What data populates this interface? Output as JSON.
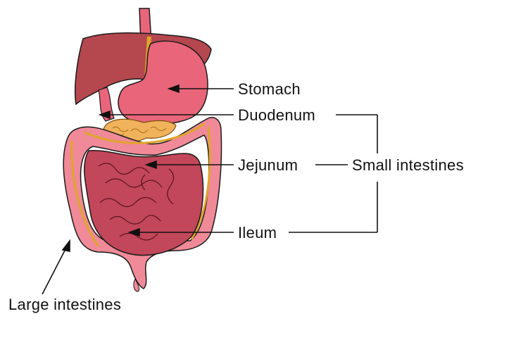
{
  "labels": {
    "stomach": "Stomach",
    "duodenum": "Duodenum",
    "jejunum": "Jejunum",
    "ileum": "Ileum",
    "small_intestines": "Small intestines",
    "large_intestines": "Large intestines"
  },
  "colors": {
    "liver": "#b5474f",
    "stomach": "#e9657a",
    "pancreas": "#f0b25a",
    "colon": "#f08a98",
    "taenia": "#e0a52a",
    "small_intestine": "#c2475a",
    "outline": "#1a1a1a"
  }
}
